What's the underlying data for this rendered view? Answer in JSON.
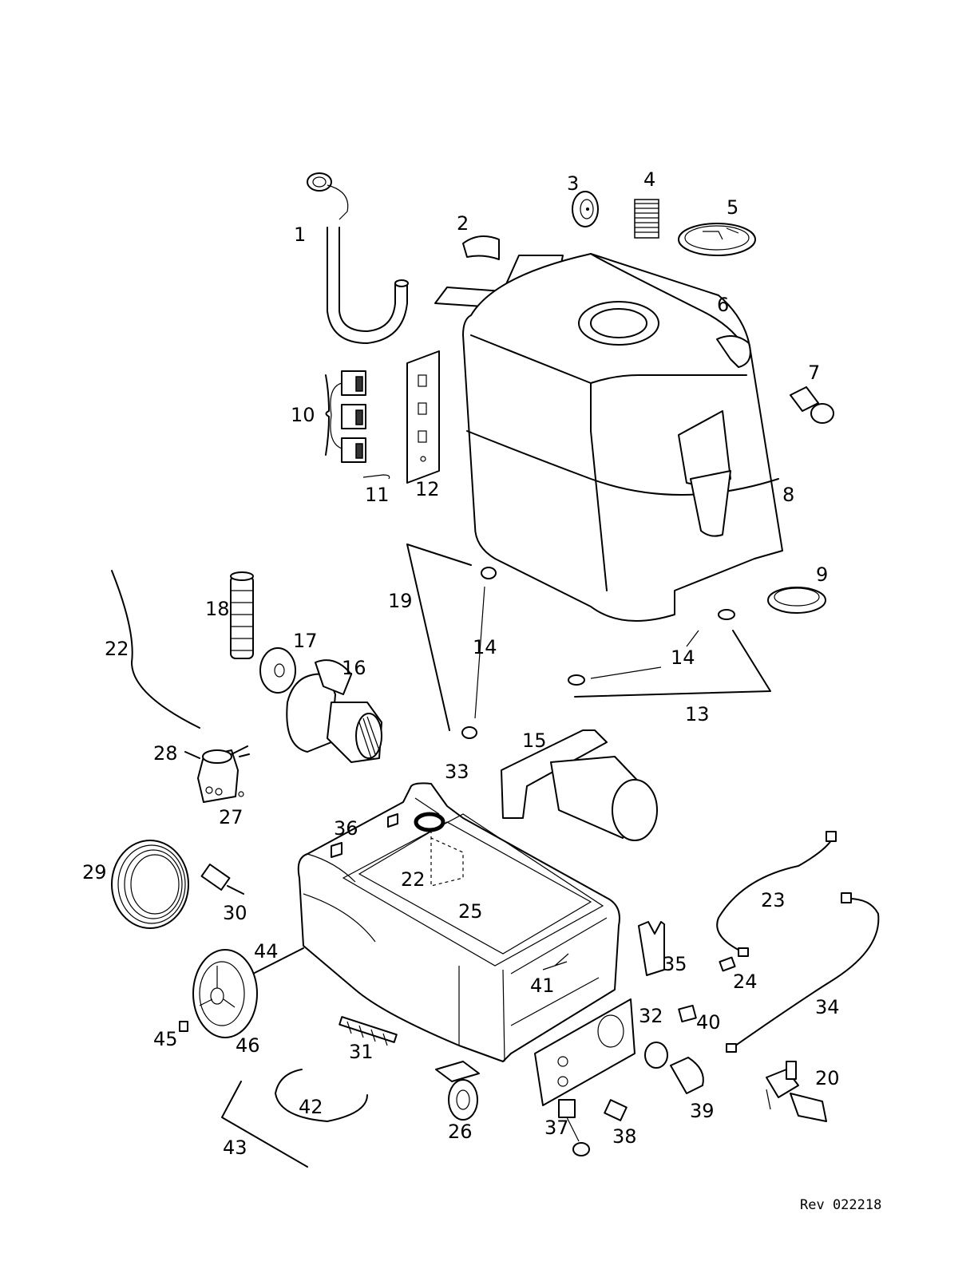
{
  "callouts": [
    "1",
    "2",
    "3",
    "4",
    "5",
    "6",
    "7",
    "8",
    "9",
    "10",
    "11",
    "12",
    "13",
    "14",
    "14",
    "15",
    "16",
    "17",
    "18",
    "19",
    "20",
    "22",
    "22",
    "23",
    "24",
    "25",
    "26",
    "27",
    "28",
    "29",
    "30",
    "31",
    "32",
    "33",
    "34",
    "35",
    "36",
    "37",
    "38",
    "39",
    "40",
    "41",
    "42",
    "43",
    "44",
    "45",
    "46"
  ],
  "revision": "Rev 022218"
}
